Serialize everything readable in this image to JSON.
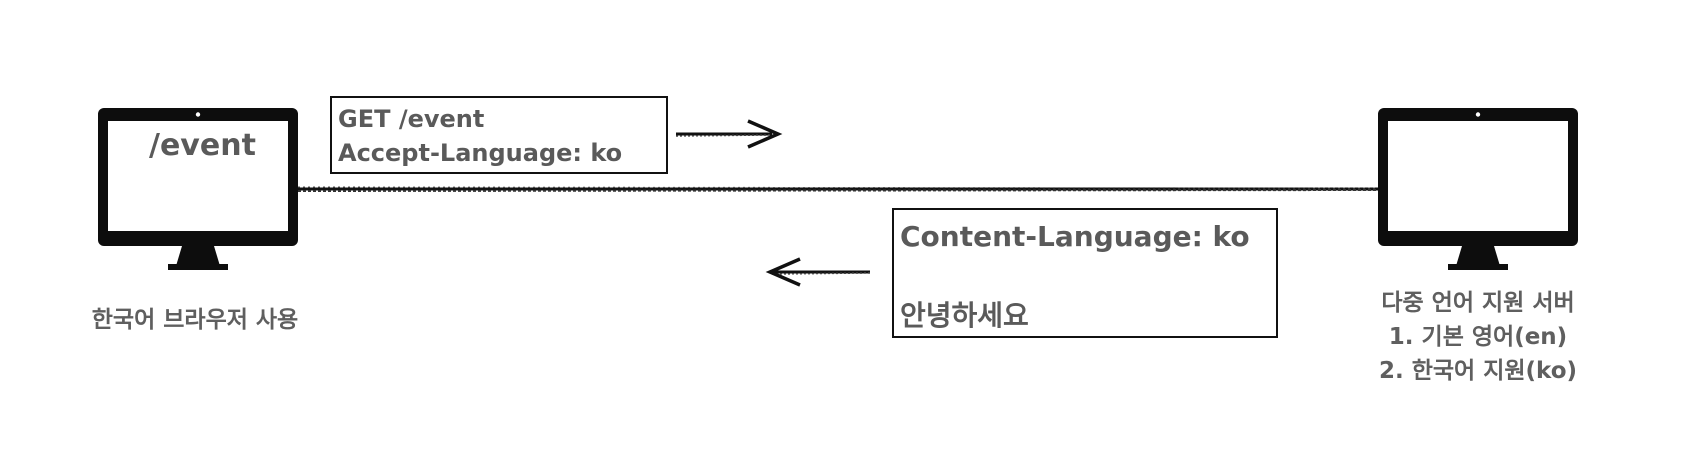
{
  "client": {
    "screen_text": "/event",
    "caption": "한국어 브라우저 사용"
  },
  "request": {
    "line1": "GET /event",
    "line2": "Accept-Language: ko"
  },
  "response": {
    "line1": "Content-Language: ko",
    "line2": "안녕하세요"
  },
  "server": {
    "caption_line1": "다중 언어 지원 서버",
    "caption_line2": "1. 기본 영어(en)",
    "caption_line3": "2. 한국어 지원(ko)"
  },
  "icons": [
    "computer-monitor-icon",
    "arrow-right-icon",
    "arrow-left-icon"
  ],
  "colors": {
    "line": "#111111",
    "text": "#5a5a5a"
  }
}
